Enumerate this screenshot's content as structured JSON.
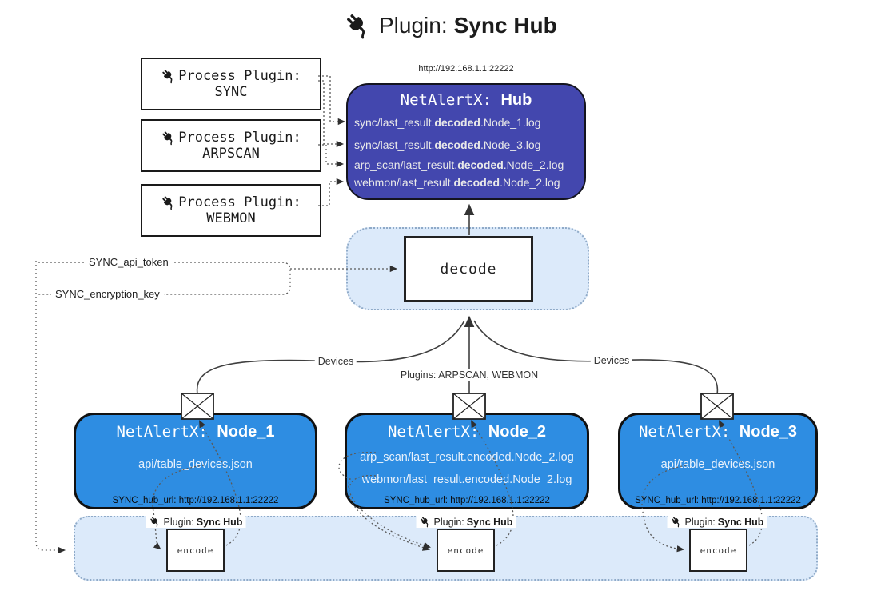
{
  "title": {
    "prefix": "Plugin:",
    "name": "Sync Hub"
  },
  "hub": {
    "url": "http://192.168.1.1:22222",
    "title_prefix": "NetAlertX: ",
    "title_name": "Hub",
    "lines": [
      {
        "pre": "sync/last_result.",
        "bold": "decoded",
        "post": ".Node_1.log"
      },
      {
        "pre": "sync/last_result.",
        "bold": "decoded",
        "post": ".Node_3.log"
      },
      {
        "pre": "arp_scan/last_result.",
        "bold": "decoded",
        "post": ".Node_2.log"
      },
      {
        "pre": "webmon/last_result.",
        "bold": "decoded",
        "post": ".Node_2.log"
      }
    ]
  },
  "process_plugins": [
    {
      "label": "Process Plugin:",
      "name": "SYNC"
    },
    {
      "label": "Process Plugin:",
      "name": "ARPSCAN"
    },
    {
      "label": "Process Plugin:",
      "name": "WEBMON"
    }
  ],
  "decode": {
    "label": "decode"
  },
  "settings": {
    "api_token": "SYNC_api_token",
    "encryption_key": "SYNC_encryption_key"
  },
  "edge_labels": {
    "devices_left": "Devices",
    "plugins_center": "Plugins: ARPSCAN, WEBMON",
    "devices_right": "Devices"
  },
  "nodes": [
    {
      "title_prefix": "NetAlertX: ",
      "title_name": "Node_1",
      "lines": [
        "api/table_devices.json"
      ],
      "hub_url": "SYNC_hub_url: http://192.168.1.1:22222"
    },
    {
      "title_prefix": "NetAlertX: ",
      "title_name": "Node_2",
      "lines": [
        "arp_scan/last_result.encoded.Node_2.log",
        "webmon/last_result.encoded.Node_2.log"
      ],
      "hub_url": "SYNC_hub_url: http://192.168.1.1:22222"
    },
    {
      "title_prefix": "NetAlertX: ",
      "title_name": "Node_3",
      "lines": [
        "api/table_devices.json"
      ],
      "hub_url": "SYNC_hub_url: http://192.168.1.1:22222"
    }
  ],
  "encode_sections": [
    {
      "plugin_prefix": "Plugin:",
      "plugin_name": "Sync Hub",
      "box_label": "encode"
    },
    {
      "plugin_prefix": "Plugin:",
      "plugin_name": "Sync Hub",
      "box_label": "encode"
    },
    {
      "plugin_prefix": "Plugin:",
      "plugin_name": "Sync Hub",
      "box_label": "encode"
    }
  ],
  "colors": {
    "hub_fill": "#4347AE",
    "node_fill": "#2E8DE2",
    "band_fill": "#DCEAFA",
    "band_border": "#8FAAC8",
    "solid_line": "#3f3f3f",
    "dotted_line": "#5a5a5a"
  }
}
